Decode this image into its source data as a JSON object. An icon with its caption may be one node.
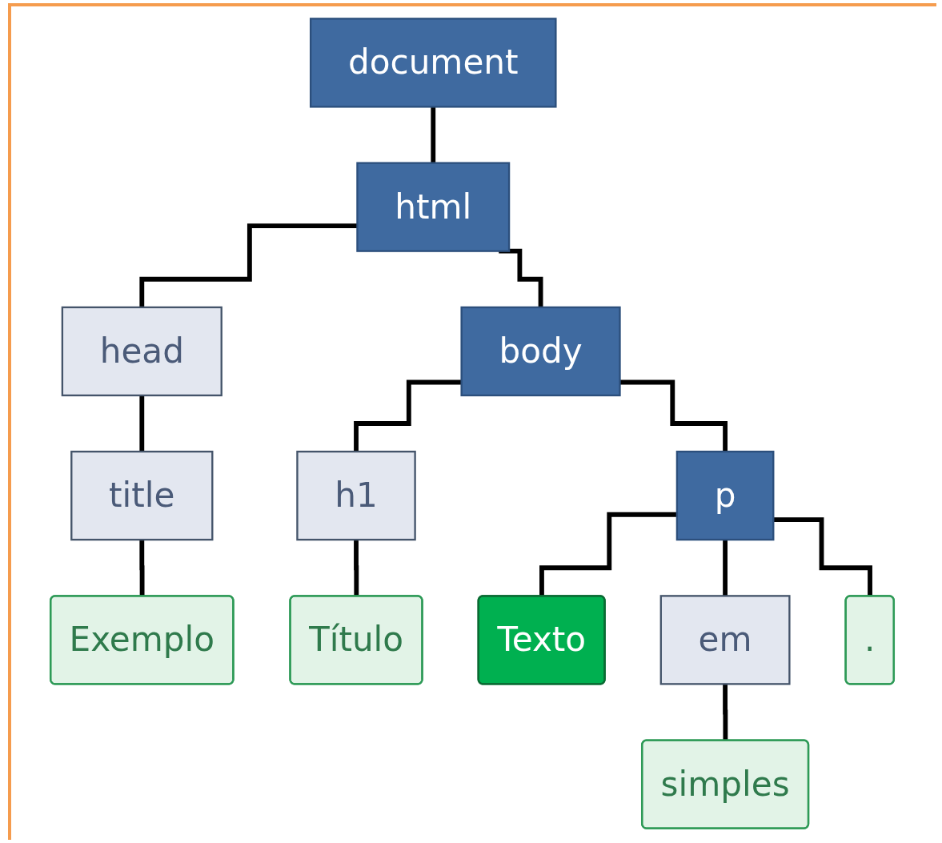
{
  "diagram": {
    "nodes": [
      {
        "text": [
          "document"
        ]
      },
      {
        "text": [
          "html"
        ]
      },
      {
        "text": [
          "head"
        ]
      },
      {
        "text": [
          "body"
        ]
      },
      {
        "text": [
          "title"
        ]
      },
      {
        "text": [
          "h1"
        ]
      },
      {
        "text": [
          "p"
        ]
      },
      {
        "text": [
          "Exemplo"
        ]
      },
      {
        "text": [
          "Título"
        ]
      },
      {
        "text": [
          "Texto"
        ]
      },
      {
        "text": [
          "em"
        ]
      },
      {
        "text": [
          "."
        ]
      },
      {
        "text": [
          "simples"
        ]
      }
    ],
    "edges": [
      {
        "from": 0,
        "to": 1,
        "arrow": "none"
      },
      {
        "from": 1,
        "to": 2,
        "arrow": "none"
      },
      {
        "from": 1,
        "to": 3,
        "arrow": "none"
      },
      {
        "from": 2,
        "to": 4,
        "arrow": "none"
      },
      {
        "from": 3,
        "to": 5,
        "arrow": "none"
      },
      {
        "from": 3,
        "to": 6,
        "arrow": "none"
      },
      {
        "from": 4,
        "to": 7,
        "arrow": "none"
      },
      {
        "from": 5,
        "to": 8,
        "arrow": "none"
      },
      {
        "from": 6,
        "to": 9,
        "arrow": "none"
      },
      {
        "from": 6,
        "to": 10,
        "arrow": "none"
      },
      {
        "from": 6,
        "to": 11,
        "arrow": "none"
      },
      {
        "from": 10,
        "to": 12,
        "arrow": "none"
      }
    ]
  }
}
